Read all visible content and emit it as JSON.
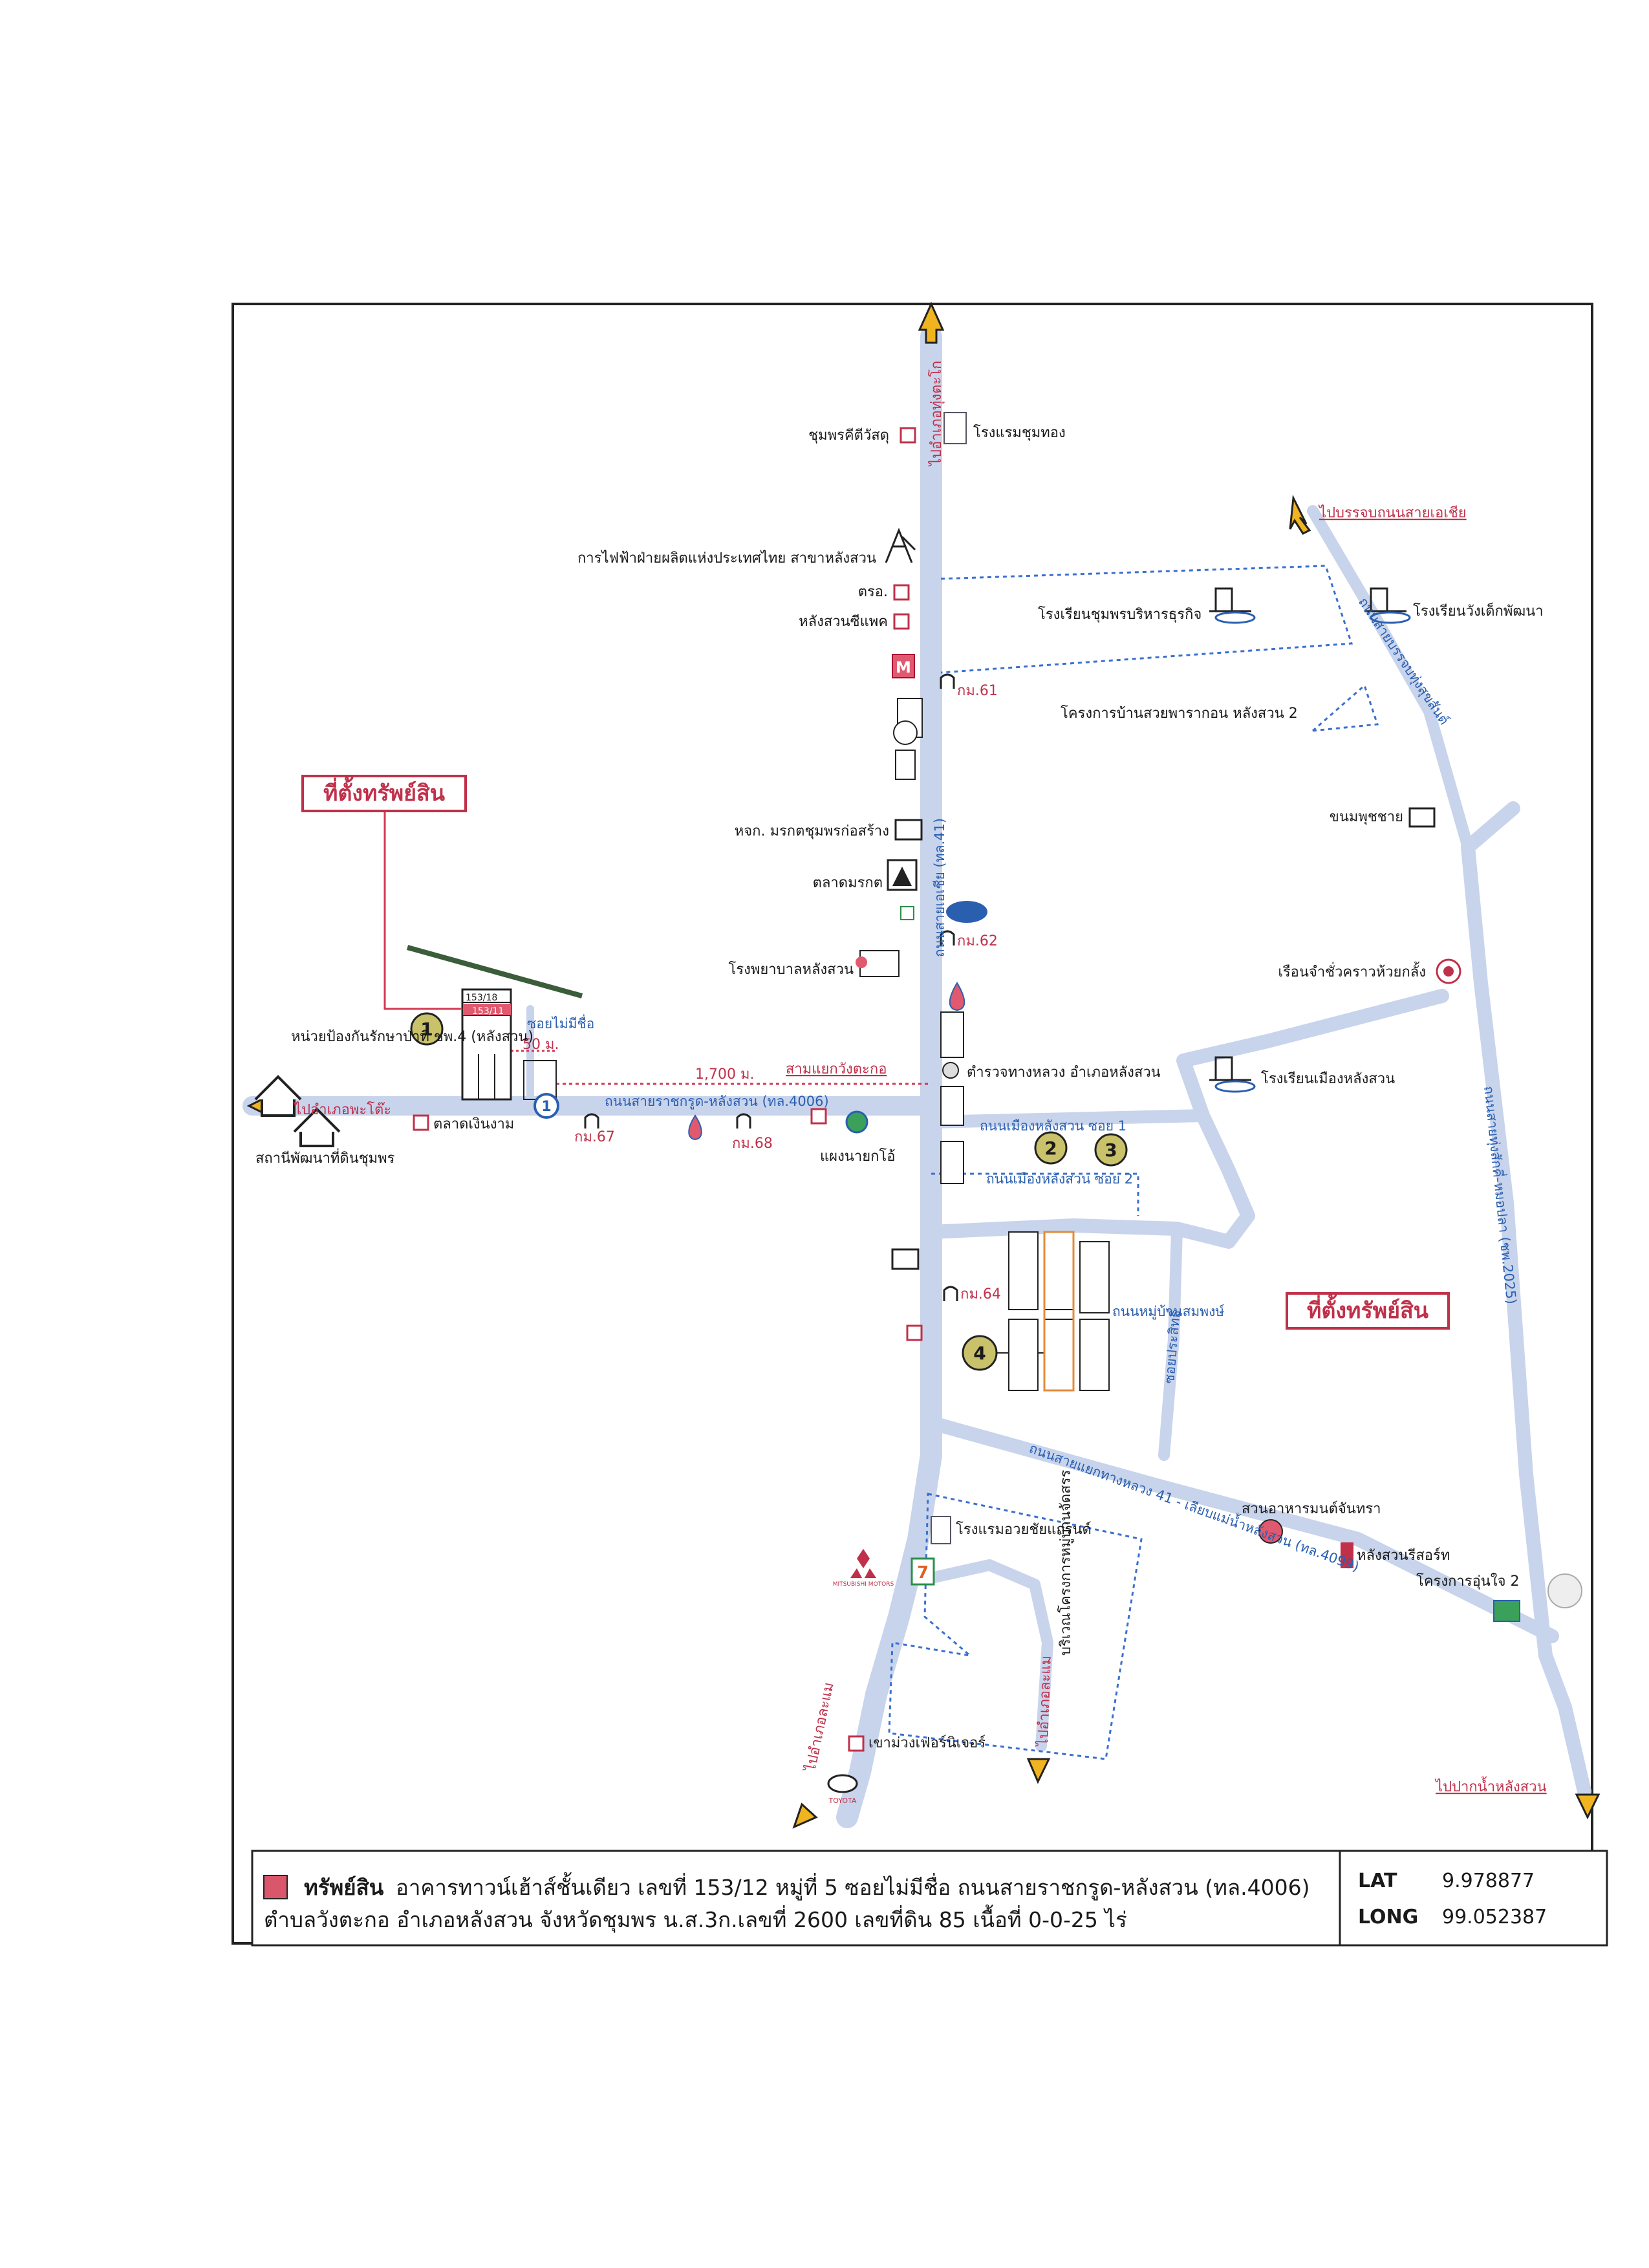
{
  "map": {
    "property_tag_top": "ที่ตั้งทรัพย์สิน",
    "property_tag_right": "ที่ตั้งทรัพย์สิน",
    "markers": [
      "1",
      "2",
      "3",
      "4"
    ],
    "distance_1700": "1,700 ม.",
    "distance_50": "50 ม.",
    "plot_number_a": "153/18",
    "plot_number_b": "153/11"
  },
  "directions": {
    "north": "ไปอำเภอทุ่งตะโก",
    "northeast": "ไปบรรจบถนนสายเอเชีย",
    "west": "ไปอำเภอพะโต๊ะ",
    "southeast": "ไปปากน้ำหลังสวน",
    "south_left": "ไปอำเภอละแม",
    "south_mid": "ไปอำเภอละแม"
  },
  "roads": {
    "main_vertical": "ถนนสายเอเชีย (ทล.41)",
    "main_horizontal": "ถนนสายราชกรูด-หลังสวน (ทล.4006)",
    "junction": "สามแยกวังตะกอ",
    "soi_unnamed": "ซอยไม่มีชื่อ",
    "soi_1": "ถนนเมืองหลังสวน ซอย 1",
    "soi_2": "ถนนเมืองหลังสวน ซอย 2",
    "village_road": "ถนนหมู่บ้านสมพงษ์",
    "prasit_soi": "ซอยประสิทธิ์",
    "southeast_road": "ถนนสายแยกทางหลวง 41 - เลียบแม่น้ำหลังสวน (ทล.4099)",
    "east_road": "ถนนสายทุ่งสักคี่-หมอปลา (ชพ.2025)",
    "northeast_road": "ถนนสายบรรจบทุ่งสุขสันต์"
  },
  "places": {
    "chumpon_construction": "ชุมพรคีตีวัสดุ",
    "chumthong_hotel": "โรงแรมชุมทอง",
    "pea": "การไฟฟ้าฝ่ายผลิตแห่งประเทศไทย สาขาหลังสวน",
    "police": "ตรอ.",
    "langsuan_seafood": "หลังสวนซีแพค",
    "chumphon_business_school": "โรงเรียนชุมพรบริหารธุรกิจ",
    "wangtek_school": "โรงเรียนวังเด็กพัฒนา",
    "km61": "กม.61",
    "housing_project": "โครงการบ้านสวยพารากอน หลังสวน 2",
    "khanom_phuchai": "ขนมพุชชาย",
    "mahachai_construction": "หจก. มรกตชุมพรก่อสร้าง",
    "morakot_market": "ตลาดมรกต",
    "langsuan_hospital": "โรงพยาบาลหลังสวน",
    "km62": "กม.62",
    "prison": "เรือนจำชั่วคราวห้วยกลั้ง",
    "forest_unit": "หน่วยป้องกันรักษาป่าที่ ชพ.4 (หลังสวน)",
    "land_station": "สถานีพัฒนาที่ดินชุมพร",
    "ngern_ngam_market": "ตลาดเงินงาม",
    "km67": "กม.67",
    "km68": "กม.68",
    "highway_police": "ตำรวจทางหลวง อำเภอหลังสวน",
    "muang_langsuan_school": "โรงเรียนเมืองหลังสวน",
    "yaek_yai": "แผงนายกโอ้",
    "km64": "กม.64",
    "hotel_uay": "โรงแรมอวยชัยแกรนด์",
    "restaurant": "สวนอาหารมนต์จันทรา",
    "resort": "หลังสวนรีสอร์ท",
    "aunjai_project": "โครงการอุ่นใจ 2",
    "village_project": "บริเวณโครงการหมู่บ้านจัดสรร",
    "furniture": "เขาม่วงเฟอร์นิเจอร์",
    "mitsubishi": "MITSUBISHI MOTORS",
    "toyota": "TOYOTA"
  },
  "footer": {
    "asset_label": "ทรัพย์สิน",
    "line1": "อาคารทาวน์เฮ้าส์ชั้นเดียว เลขที่ 153/12 หมู่ที่ 5 ซอยไม่มีชื่อ ถนนสายราชกรูด-หลังสวน (ทล.4006)",
    "line2": "ตำบลวังตะกอ อำเภอหลังสวน จังหวัดชุมพร น.ส.3ก.เลขที่ 2600 เลขที่ดิน 85 เนื้อที่ 0-0-25 ไร่",
    "lat_label": "LAT",
    "lat_value": "9.978877",
    "long_label": "LONG",
    "long_value": "99.052387",
    "asset_color": "#d9566b"
  },
  "colors": {
    "road": "#c8d4ec",
    "road_edge": "#aab8d8",
    "accent_red": "#c0304a",
    "accent_blue": "#2a5fb0",
    "marker_fill": "#c9c26a"
  }
}
